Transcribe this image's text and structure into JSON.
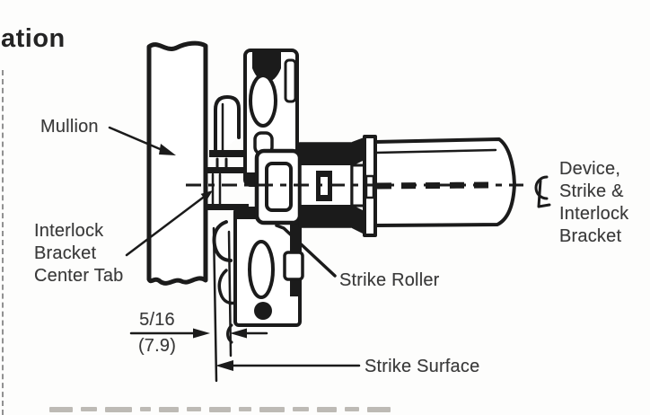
{
  "page": {
    "heading_partial": "ation"
  },
  "diagram": {
    "labels": {
      "mullion": "Mullion",
      "interlock_bracket": [
        "Interlock",
        "Bracket",
        "Center Tab"
      ],
      "strike_roller": "Strike Roller",
      "strike_surface": "Strike Surface",
      "device": [
        "Device,",
        "Strike &",
        "Interlock",
        "Bracket"
      ]
    },
    "dimension": {
      "inches": "5/16",
      "mm": "(7.9)"
    },
    "symbols": {
      "centerline": "CL"
    },
    "colors": {
      "ink": "#1b1b1b",
      "label_text": "#3a3a3a",
      "background": "#fdfdfc"
    }
  }
}
